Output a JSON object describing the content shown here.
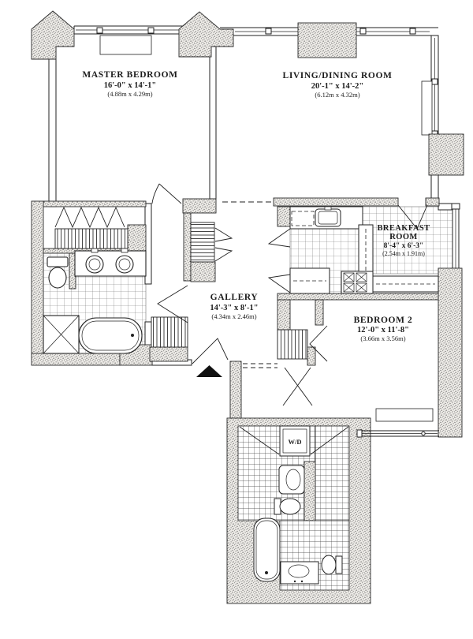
{
  "colors": {
    "ink": "#222222",
    "paper": "#ffffff",
    "entry_marker": "#111111"
  },
  "rooms": {
    "master_bedroom": {
      "name": "MASTER BEDROOM",
      "imperial": "16'-0\" x 14'-1\"",
      "metric": "(4.88m x 4.29m)"
    },
    "living_dining": {
      "name": "LIVING/DINING ROOM",
      "imperial": "20'-1\" x 14'-2\"",
      "metric": "(6.12m x 4.32m)"
    },
    "breakfast": {
      "name_line1": "BREAKFAST",
      "name_line2": "ROOM",
      "imperial": "8'-4\" x 6'-3\"",
      "metric": "(2.54m x 1.91m)"
    },
    "gallery": {
      "name": "GALLERY",
      "imperial": "14'-3\" x 8'-1\"",
      "metric": "(4.34m x 2.46m)"
    },
    "bedroom_2": {
      "name": "BEDROOM 2",
      "imperial": "12'-0\" x 11'-8\"",
      "metric": "(3.66m x 3.56m)"
    },
    "laundry": {
      "name": "W/D"
    }
  }
}
